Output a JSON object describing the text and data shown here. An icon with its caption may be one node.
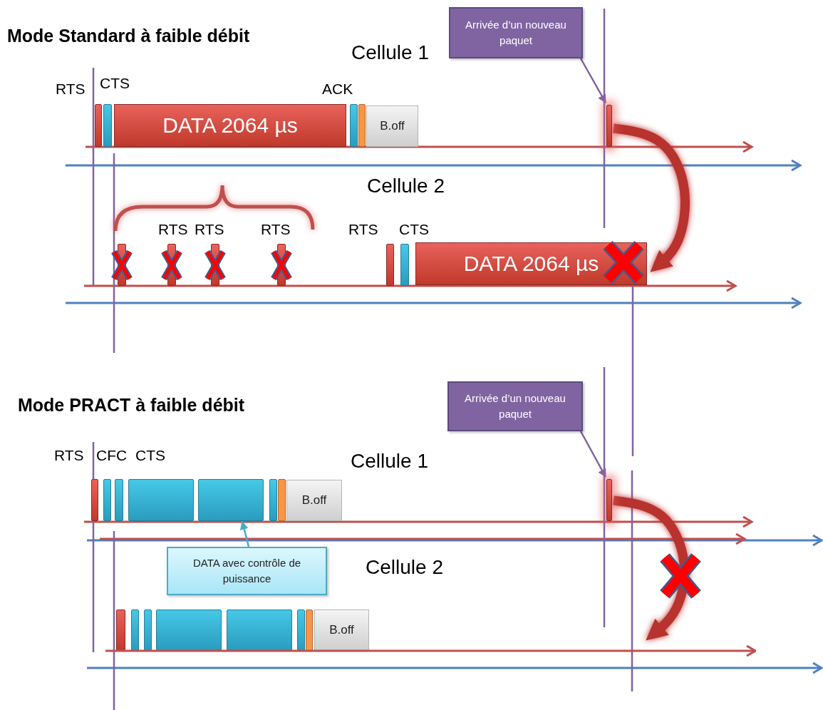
{
  "diagram": {
    "nodes": [
      {
        "text": [
          "Arrivée d’un nouveau paquet"
        ]
      },
      {
        "text": [],
        "shape": "bar"
      },
      {
        "text": [],
        "shape": "bar"
      },
      {
        "text": [
          "DATA 2064 µs"
        ]
      },
      {
        "text": [],
        "shape": "bar"
      },
      {
        "text": [],
        "shape": "bar"
      },
      {
        "text": [
          "B.off"
        ]
      },
      {
        "text": [],
        "shape": "bar"
      },
      {
        "text": [],
        "shape": "bar"
      },
      {
        "text": [],
        "shape": "bar"
      },
      {
        "text": [],
        "shape": "bar"
      },
      {
        "text": [],
        "shape": "bar"
      },
      {
        "text": [],
        "shape": "bar"
      },
      {
        "text": [],
        "shape": "bar"
      },
      {
        "text": [
          "DATA 2064 µs"
        ]
      },
      {
        "text": [
          "Arrivée d’un nouveau paquet"
        ]
      },
      {
        "text": [],
        "shape": "bar"
      },
      {
        "text": [],
        "shape": "bar"
      },
      {
        "text": [],
        "shape": "bar"
      },
      {
        "text": [],
        "shape": "bar"
      },
      {
        "text": [],
        "shape": "bar"
      },
      {
        "text": [],
        "shape": "bar"
      },
      {
        "text": [],
        "shape": "bar"
      },
      {
        "text": [
          "B.off"
        ]
      },
      {
        "text": [],
        "shape": "bar"
      },
      {
        "text": [
          "DATA avec contrôle de puissance"
        ]
      },
      {
        "text": [],
        "shape": "bar"
      },
      {
        "text": [],
        "shape": "bar"
      },
      {
        "text": [],
        "shape": "bar"
      },
      {
        "text": [],
        "shape": "bar"
      },
      {
        "text": [],
        "shape": "bar"
      },
      {
        "text": [],
        "shape": "bar"
      },
      {
        "text": [],
        "shape": "bar"
      },
      {
        "text": [
          "B.off"
        ]
      },
      {
        "text": [],
        "shape": "brace"
      },
      {
        "text": [],
        "shape": "line"
      }
    ],
    "edges": [
      {
        "from": 0,
        "to": 7,
        "arrow": "to",
        "color": "#8064a2"
      },
      {
        "from": 3,
        "to": 34,
        "arrow": "to",
        "style": "thick",
        "color": "#b8312f"
      },
      {
        "from": 7,
        "to": 14,
        "arrow": "to",
        "style": "thick",
        "color": "#b8312f"
      },
      {
        "from": 15,
        "to": 24,
        "arrow": "to",
        "color": "#8064a2"
      },
      {
        "from": 25,
        "to": 20,
        "arrow": "to",
        "color": "#4bacc6"
      },
      {
        "from": 24,
        "to": 35,
        "arrow": "to",
        "style": "thick",
        "color": "#b8312f"
      }
    ],
    "labels": [
      "Mode Standard à faible débit",
      "Cellule 1",
      "RTS",
      "CTS",
      "ACK",
      "Cellule 2",
      "RTS",
      "RTS",
      "RTS",
      "RTS",
      "CTS",
      "Mode PRACT à faible débit",
      "RTS",
      "CFC",
      "CTS",
      "Cellule 1",
      "Cellule 2"
    ]
  }
}
